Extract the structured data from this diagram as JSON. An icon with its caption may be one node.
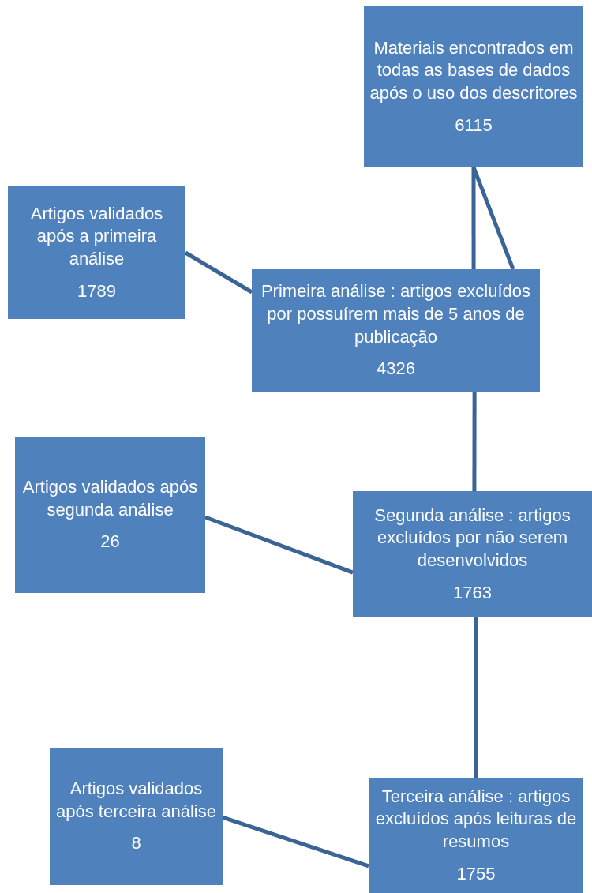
{
  "diagram": {
    "nodes": [
      {
        "text": [
          "Materiais encontrados em todas as bases de dados após o uso dos descritores",
          "6115"
        ]
      },
      {
        "text": [
          "Artigos validados após a primeira análise",
          "1789"
        ]
      },
      {
        "text": [
          "Primeira análise : artigos excluídos por possuírem mais de 5 anos de publicação",
          "4326"
        ]
      },
      {
        "text": [
          "Artigos validados após segunda análise",
          "26"
        ]
      },
      {
        "text": [
          "Segunda análise : artigos excluídos por não serem desenvolvidos",
          "1763"
        ]
      },
      {
        "text": [
          "Artigos validados após terceira análise",
          "8"
        ]
      },
      {
        "text": [
          "Terceira análise : artigos excluídos após leituras de resumos",
          "1755"
        ]
      }
    ],
    "edges": [
      {
        "from": 0,
        "to": 2,
        "arrow": "none"
      },
      {
        "from": 0,
        "to": 2,
        "arrow": "none"
      },
      {
        "from": 2,
        "to": 1,
        "arrow": "none"
      },
      {
        "from": 2,
        "to": 4,
        "arrow": "none"
      },
      {
        "from": 4,
        "to": 3,
        "arrow": "none"
      },
      {
        "from": 4,
        "to": 6,
        "arrow": "none"
      },
      {
        "from": 6,
        "to": 5,
        "arrow": "none"
      }
    ]
  }
}
